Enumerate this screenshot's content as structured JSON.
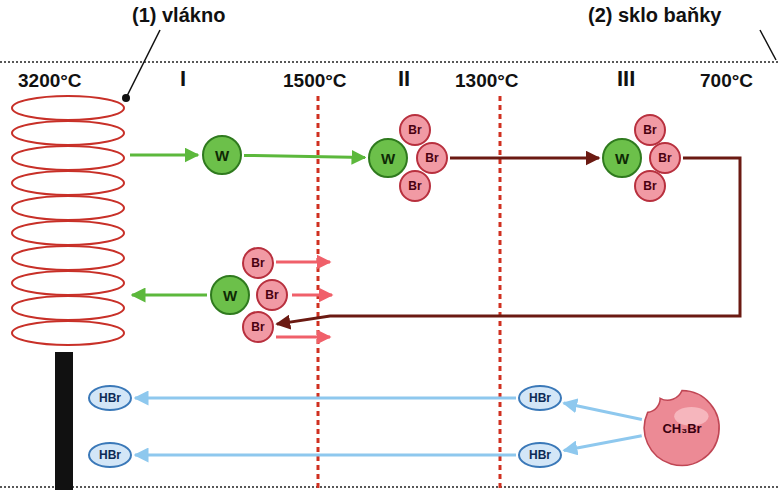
{
  "diagram": {
    "nodes": [
      {
        "text": [
          "W"
        ]
      },
      {
        "text": [
          "Br"
        ]
      },
      {
        "text": [
          "W"
        ]
      },
      {
        "text": [
          "Br"
        ]
      },
      {
        "text": [
          "Br"
        ]
      },
      {
        "text": [
          "Br"
        ]
      },
      {
        "text": [
          "W"
        ]
      },
      {
        "text": [
          "Br"
        ]
      },
      {
        "text": [
          "Br"
        ]
      },
      {
        "text": [
          "Br"
        ]
      },
      {
        "text": [
          "W"
        ]
      },
      {
        "text": [
          "Br"
        ]
      },
      {
        "text": [
          "Br"
        ]
      },
      {
        "text": [
          "HBr"
        ]
      },
      {
        "text": [
          "HBr"
        ]
      },
      {
        "text": [
          "CH₃Br"
        ]
      },
      {
        "text": [
          "HBr"
        ]
      },
      {
        "text": [
          "HBr"
        ]
      }
    ],
    "edges": [
      {
        "from": 0,
        "to": 2,
        "arrow": "to"
      },
      {
        "from": 3,
        "to": 6,
        "arrow": "to"
      },
      {
        "from": 7,
        "to": 12,
        "arrow": "to"
      },
      {
        "from": 14,
        "to": 13,
        "arrow": "to"
      },
      {
        "from": 17,
        "to": 16,
        "arrow": "to"
      },
      {
        "from": 15,
        "to": 14,
        "arrow": "to"
      },
      {
        "from": 15,
        "to": 17,
        "arrow": "to"
      }
    ],
    "labels": [
      "(1) vlákno",
      "(2) sklo baňky",
      "3200°C",
      "I",
      "1500°C",
      "II",
      "1300°C",
      "III",
      "700°C"
    ]
  }
}
